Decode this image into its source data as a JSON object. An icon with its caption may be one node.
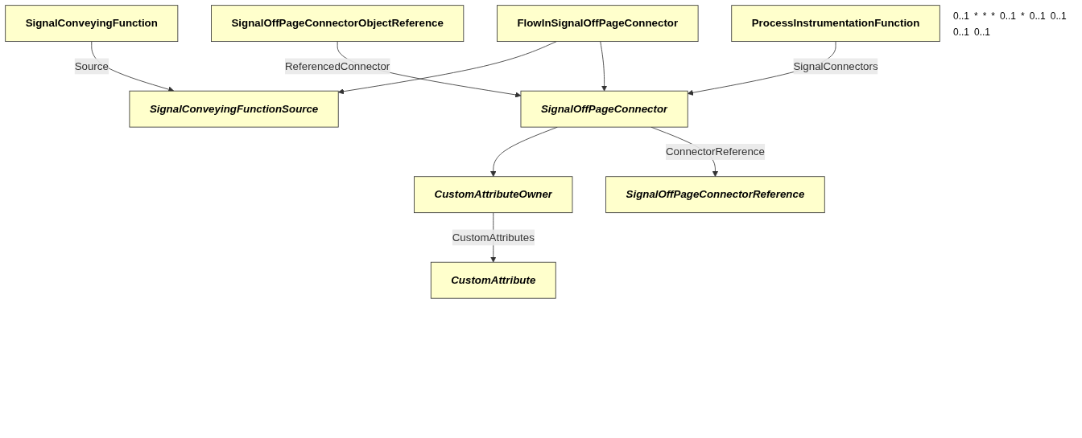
{
  "diagram": {
    "nodes": [
      {
        "text": [
          "CustomAttributeOwner"
        ]
      },
      {
        "text": [
          "SignalConveyingFunction"
        ]
      },
      {
        "text": [
          "SignalOffPageConnectorObjectReference"
        ]
      },
      {
        "text": [
          "ProcessInstrumentationFunction"
        ]
      },
      {
        "text": [
          "CustomAttribute"
        ]
      },
      {
        "text": [
          "SignalConveyingFunctionSource"
        ]
      },
      {
        "text": [
          "SignalOffPageConnector"
        ]
      },
      {
        "text": [
          "SignalOffPageConnectorReference"
        ]
      },
      {
        "text": [
          "FlowInSignalOffPageConnector"
        ]
      }
    ],
    "edges": [
      {
        "from": 0,
        "to": 4,
        "arrow": "to",
        "label": "CustomAttributes"
      },
      {
        "from": 1,
        "to": 5,
        "arrow": "to",
        "label": "Source"
      },
      {
        "from": 2,
        "to": 6,
        "arrow": "to",
        "label": "ReferencedConnector"
      },
      {
        "from": 3,
        "to": 6,
        "arrow": "to",
        "label": "SignalConnectors"
      },
      {
        "from": 6,
        "to": 0,
        "arrow": "to"
      },
      {
        "from": 6,
        "to": 7,
        "arrow": "to",
        "label": "ConnectorReference"
      },
      {
        "from": 8,
        "to": 5,
        "arrow": "to"
      },
      {
        "from": 8,
        "to": 6,
        "arrow": "to"
      }
    ],
    "labels": [
      "0..1",
      "*",
      "*",
      "*",
      "0..1",
      "*",
      "0..1",
      "0..1",
      "0..1",
      "0..1"
    ]
  }
}
